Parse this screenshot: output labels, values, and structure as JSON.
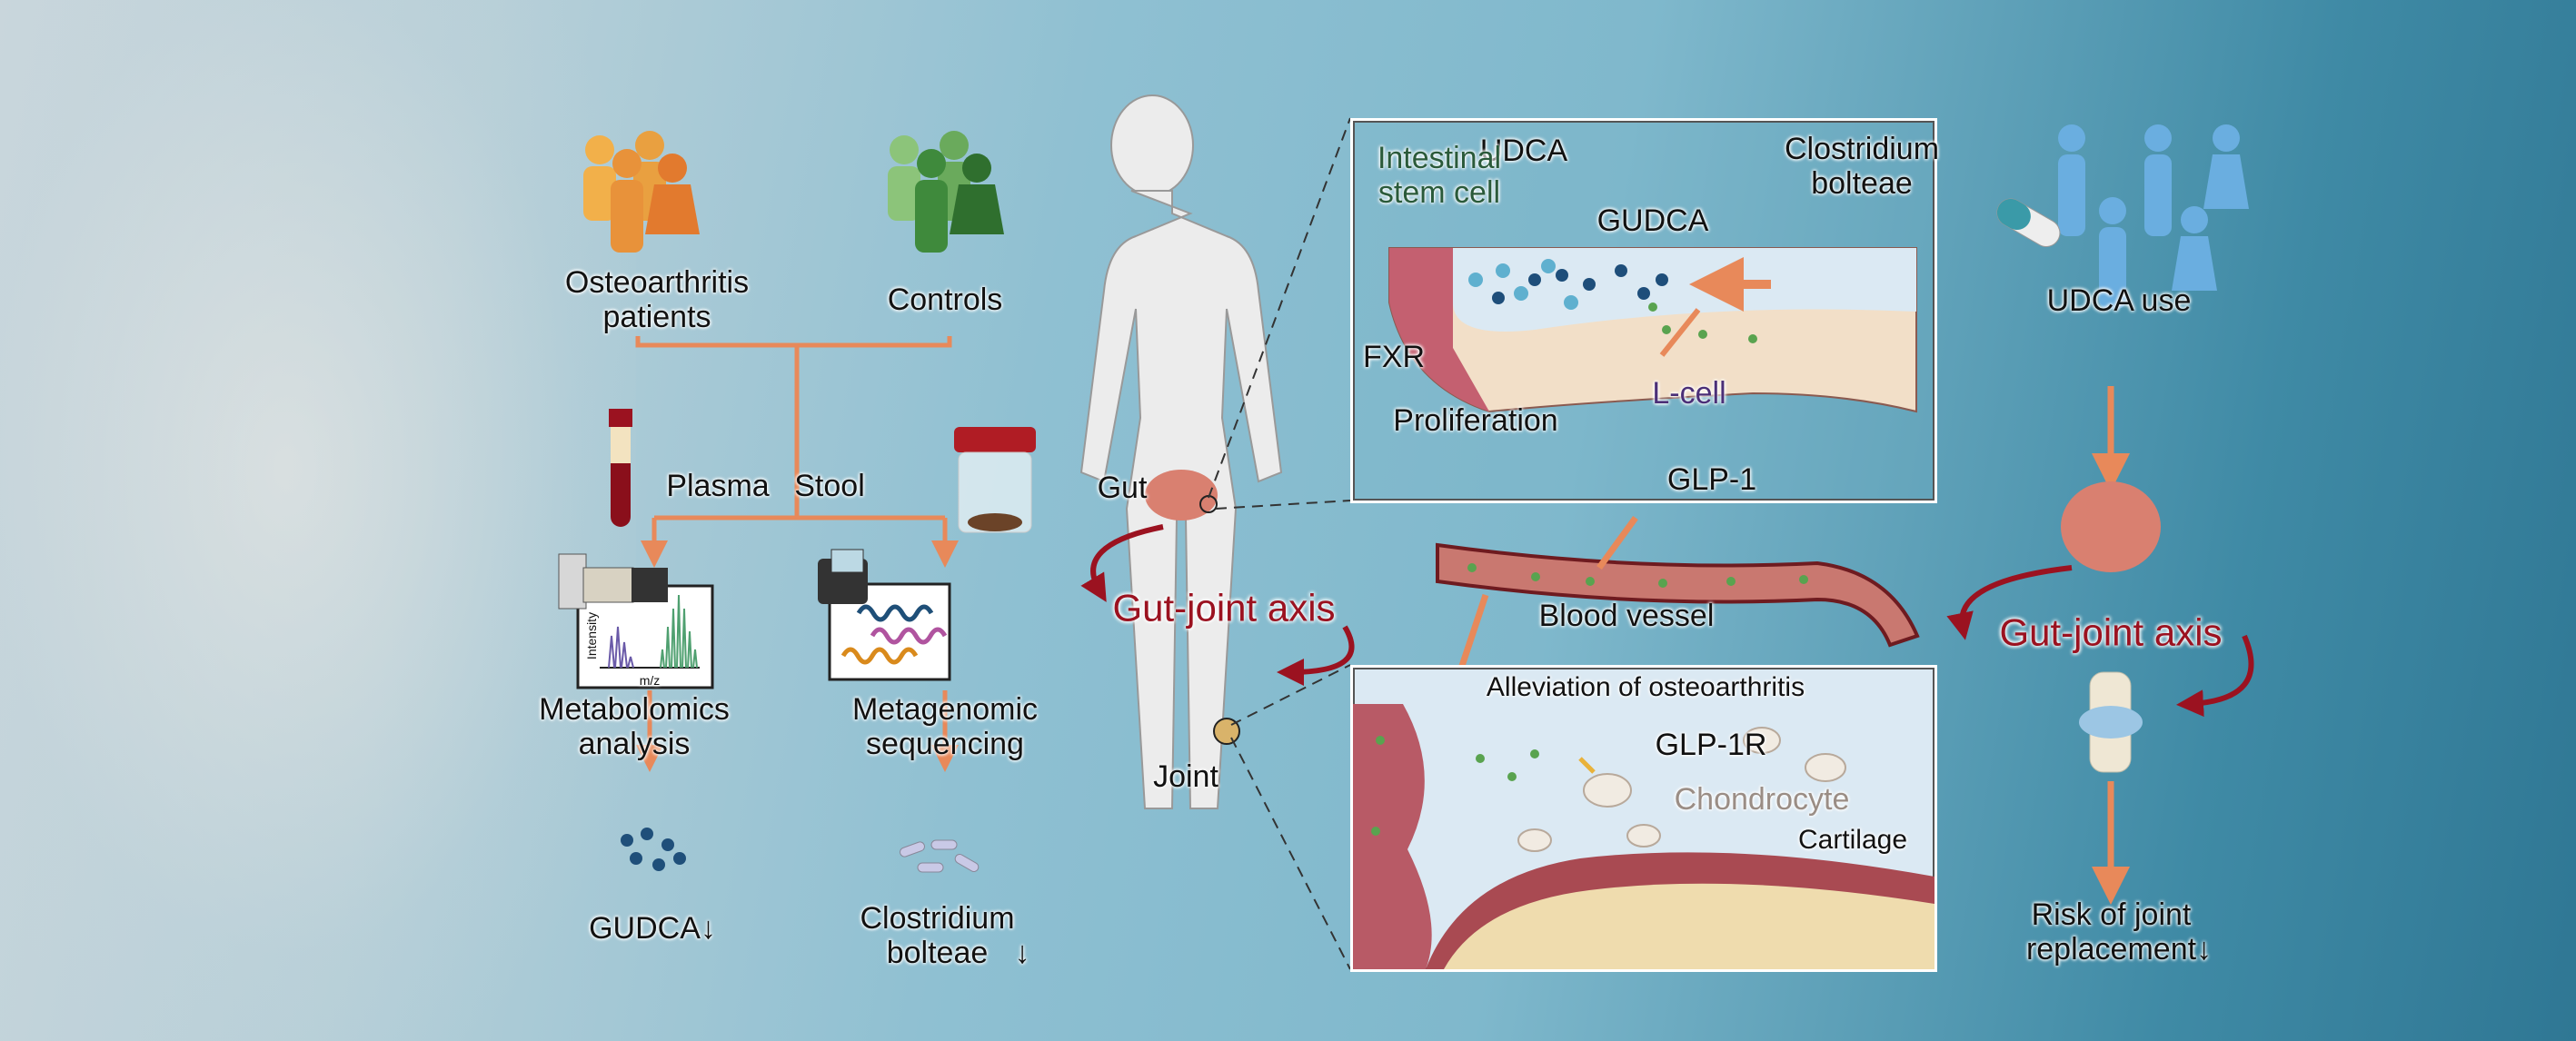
{
  "left": {
    "group_patients": "Osteoarthritis\npatients",
    "group_controls": "Controls",
    "sample_plasma": "Plasma",
    "sample_stool": "Stool",
    "chart_axis_y": "Intensity",
    "chart_axis_x": "m/z",
    "method_metabolomics": "Metabolomics\nanalysis",
    "method_metagenomic": "Metagenomic\nsequencing",
    "result_gudca": "GUDCA",
    "result_bacteria": "Clostridium\nbolteae",
    "down_arrow": "↓"
  },
  "center": {
    "gut_label": "Gut",
    "joint_label": "Joint",
    "axis_label": "Gut-joint axis",
    "intestine_panel": {
      "udca": "UDCA",
      "stem_cell": "Intestinal\nstem cell",
      "gudca": "GUDCA",
      "bacteria": "Clostridium\nbolteae",
      "fxr": "FXR",
      "proliferation": "Proliferation",
      "l_cell": "L-cell",
      "glp1": "GLP-1"
    },
    "blood_vessel": "Blood vessel",
    "joint_panel": {
      "title": "Alleviation of osteoarthritis",
      "receptor": "GLP-1R",
      "chondrocyte": "Chondrocyte",
      "cartilage": "Cartilage"
    }
  },
  "right": {
    "udca_use": "UDCA use",
    "axis_label": "Gut-joint axis",
    "outcome": "Risk of joint\nreplacement",
    "down_arrow": "↓"
  },
  "colors": {
    "orange_arrow": "#e8895a",
    "red_arrow": "#9b1220",
    "people_oa": "#e8923a",
    "people_control": "#4e9a48",
    "people_udca": "#6aaee0"
  }
}
